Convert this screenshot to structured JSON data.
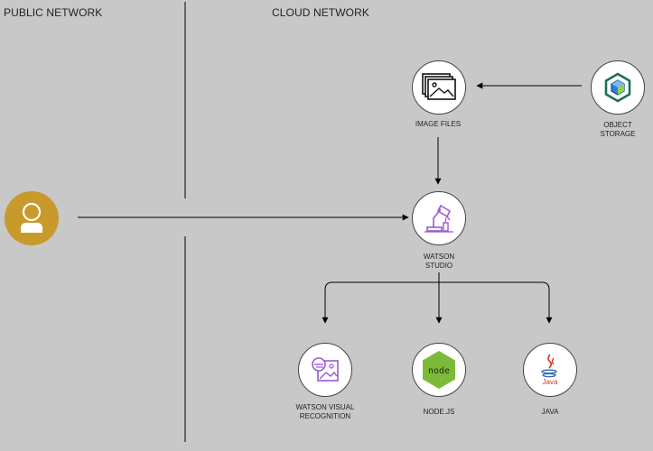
{
  "zones": {
    "public": "PUBLIC NETWORK",
    "cloud": "CLOUD NETWORK"
  },
  "nodes": {
    "image_files": "IMAGE FILES",
    "object_storage": "OBJECT\nSTORAGE",
    "watson_studio": "WATSON\nSTUDIO",
    "visual_recognition": "WATSON VISUAL\nRECOGNITION",
    "nodejs": "NODE.JS",
    "java": "JAVA"
  },
  "icons": {
    "user": "user-icon",
    "image_files": "image-files-icon",
    "object_storage": "object-storage-icon",
    "watson_studio": "watson-studio-icon",
    "visual_recognition": "visual-recognition-icon",
    "nodejs": "nodejs-icon",
    "java": "java-icon"
  },
  "colors": {
    "background": "#c8c8c8",
    "user": "#c79a2b",
    "studio_purple": "#9b59d0",
    "nodejs_green": "#7cba3a",
    "java_red": "#d9342b",
    "java_blue": "#2d6cb5"
  }
}
